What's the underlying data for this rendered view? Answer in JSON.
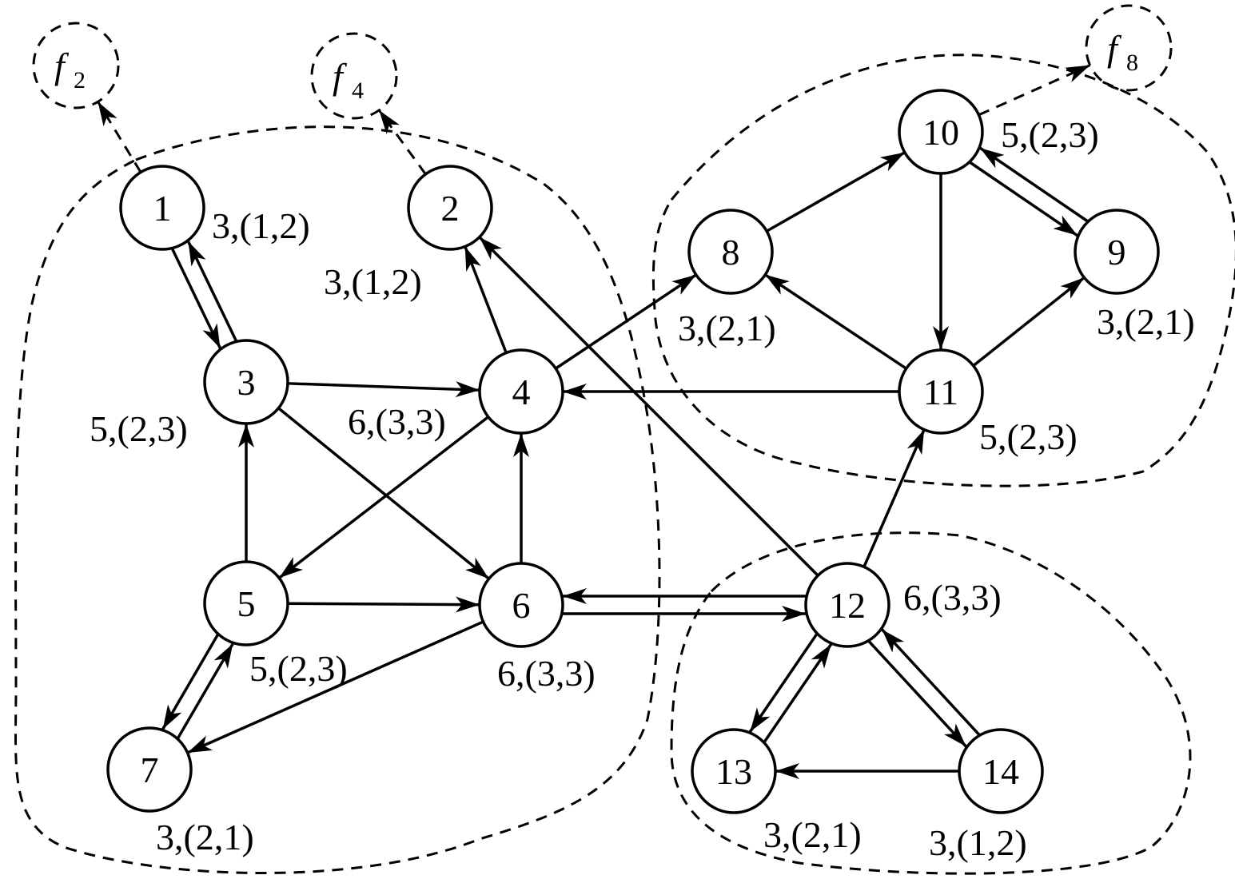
{
  "nodes": [
    {
      "id": "1",
      "label": "1"
    },
    {
      "id": "2",
      "label": "2"
    },
    {
      "id": "3",
      "label": "3"
    },
    {
      "id": "4",
      "label": "4"
    },
    {
      "id": "5",
      "label": "5"
    },
    {
      "id": "6",
      "label": "6"
    },
    {
      "id": "7",
      "label": "7"
    },
    {
      "id": "8",
      "label": "8"
    },
    {
      "id": "9",
      "label": "9"
    },
    {
      "id": "10",
      "label": "10"
    },
    {
      "id": "11",
      "label": "11"
    },
    {
      "id": "12",
      "label": "12"
    },
    {
      "id": "13",
      "label": "13"
    },
    {
      "id": "14",
      "label": "14"
    }
  ],
  "node_labels": {
    "n1": "3,(1,2)",
    "n2": "3,(1,2)",
    "n3": "5,(2,3)",
    "n4": "6,(3,3)",
    "n5": "5,(2,3)",
    "n6": "6,(3,3)",
    "n7": "3,(2,1)",
    "n8": "3,(2,1)",
    "n9": "3,(2,1)",
    "n10": "5,(2,3)",
    "n11": "5,(2,3)",
    "n12": "6,(3,3)",
    "n13": "3,(2,1)",
    "n14": "3,(1,2)"
  },
  "virtual_nodes": [
    {
      "id": "f2",
      "letter": "f",
      "sub": "2"
    },
    {
      "id": "f4",
      "letter": "f",
      "sub": "4"
    },
    {
      "id": "f8",
      "letter": "f",
      "sub": "8"
    }
  ],
  "edges": [
    [
      "1",
      "3"
    ],
    [
      "3",
      "1"
    ],
    [
      "4",
      "2"
    ],
    [
      "3",
      "4"
    ],
    [
      "3",
      "6"
    ],
    [
      "5",
      "3"
    ],
    [
      "4",
      "5"
    ],
    [
      "6",
      "4"
    ],
    [
      "5",
      "6"
    ],
    [
      "5",
      "7"
    ],
    [
      "7",
      "5"
    ],
    [
      "6",
      "7"
    ],
    [
      "6",
      "12"
    ],
    [
      "12",
      "6"
    ],
    [
      "12",
      "2"
    ],
    [
      "4",
      "8"
    ],
    [
      "8",
      "10"
    ],
    [
      "10",
      "9"
    ],
    [
      "9",
      "10"
    ],
    [
      "10",
      "11"
    ],
    [
      "11",
      "8"
    ],
    [
      "11",
      "9"
    ],
    [
      "11",
      "4"
    ],
    [
      "12",
      "11"
    ],
    [
      "12",
      "13"
    ],
    [
      "13",
      "12"
    ],
    [
      "12",
      "14"
    ],
    [
      "14",
      "12"
    ],
    [
      "14",
      "13"
    ]
  ],
  "dashed_edges": [
    [
      "1",
      "f2"
    ],
    [
      "2",
      "f4"
    ],
    [
      "10",
      "f8"
    ]
  ]
}
